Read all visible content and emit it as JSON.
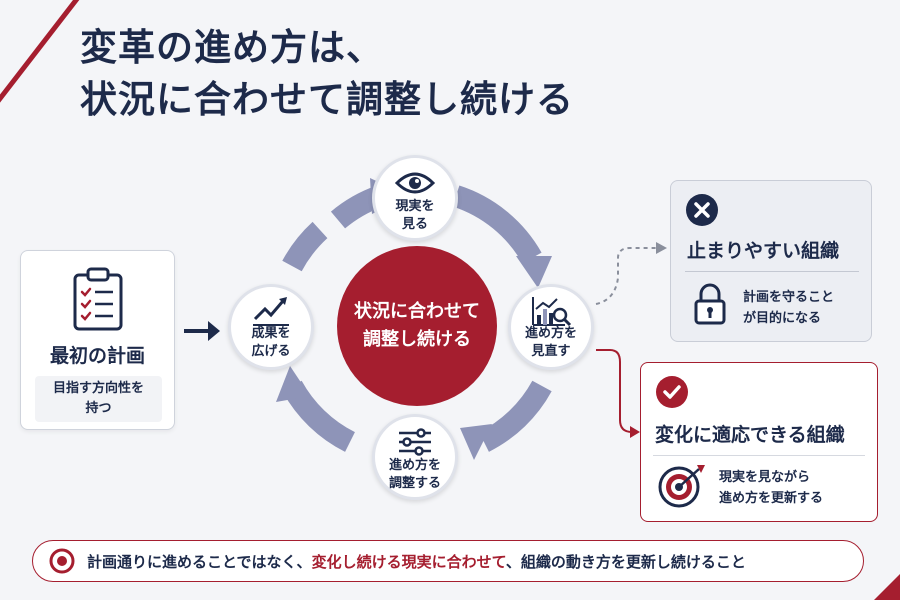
{
  "title": {
    "line1": "変革の進め方は、",
    "line2": "状況に合わせて調整し続ける"
  },
  "initial_plan": {
    "icon": "clipboard-checklist-icon",
    "heading": "最初の計画",
    "sub_line1": "目指す方向性を",
    "sub_line2": "持つ"
  },
  "center": {
    "line1": "状況に合わせて",
    "line2": "調整し続ける"
  },
  "cycle": {
    "top": {
      "icon": "eye-icon",
      "line1": "現実を",
      "line2": "見る"
    },
    "right": {
      "icon": "chart-magnifier-icon",
      "line1": "進め方を",
      "line2": "見直す"
    },
    "bottom": {
      "icon": "sliders-icon",
      "line1": "進め方を",
      "line2": "調整する"
    },
    "left": {
      "icon": "trend-chart-icon",
      "line1": "成果を",
      "line2": "広げる"
    }
  },
  "stuck_org": {
    "icon": "x-circle-icon",
    "heading": "止まりやすい組織",
    "desc_line1": "計画を守ること",
    "desc_line2": "が目的になる"
  },
  "adaptive_org": {
    "icon": "check-circle-icon",
    "heading": "変化に適応できる組織",
    "desc_line1": "現実を見ながら",
    "desc_line2": "進め方を更新する"
  },
  "footer": {
    "part1": "計画通りに進めることではなく、",
    "highlight": "変化し続ける現実に合わせて",
    "part2": "、組織の動き方を更新し続けること"
  },
  "colors": {
    "navy": "#1d2a4a",
    "crimson": "#a51e2f",
    "arrow": "#8e94b8",
    "background": "#f4f5f8"
  }
}
